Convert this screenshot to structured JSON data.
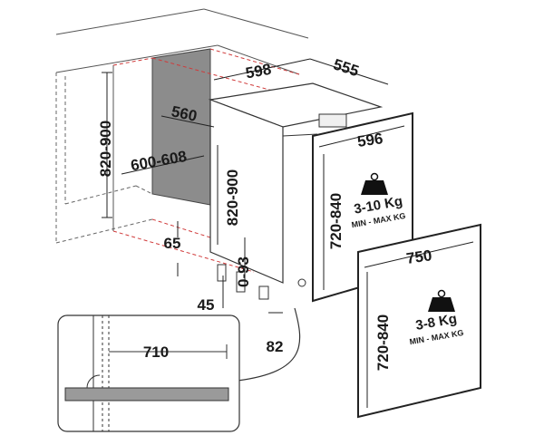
{
  "dimensions": {
    "niche_height": "820-900",
    "niche_width": "600-608",
    "niche_depth": "560",
    "appliance_width": "598",
    "appliance_depth": "555",
    "appliance_height": "820-900",
    "foot_height": "65",
    "foot_inset": "45",
    "adjustable_feet": "0-93",
    "plinth_offset": "82",
    "detail_width": "710",
    "panel1_width": "596",
    "panel1_height": "720-840",
    "panel2_width": "750",
    "panel2_height": "720-840"
  },
  "weights": {
    "panel1_range": "3-10 Kg",
    "panel1_caption": "MIN - MAX KG",
    "panel2_range": "3-8 Kg",
    "panel2_caption": "MIN - MAX KG"
  }
}
